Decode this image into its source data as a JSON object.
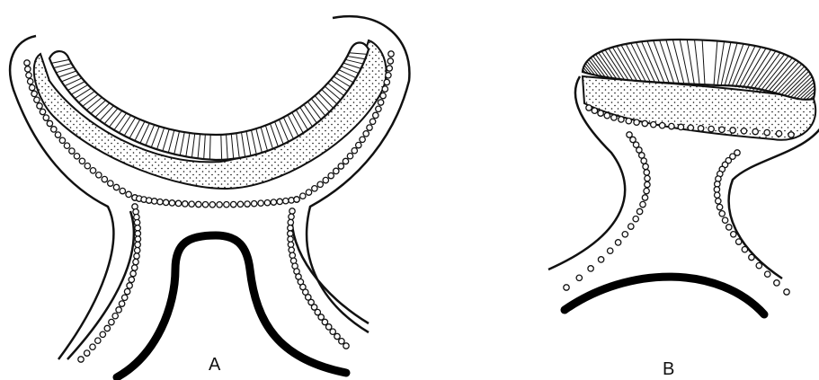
{
  "panels": [
    {
      "id": "A",
      "label": "A"
    },
    {
      "id": "B",
      "label": "B"
    }
  ],
  "colors": {
    "ink": "#111111",
    "paper": "#ffffff"
  }
}
